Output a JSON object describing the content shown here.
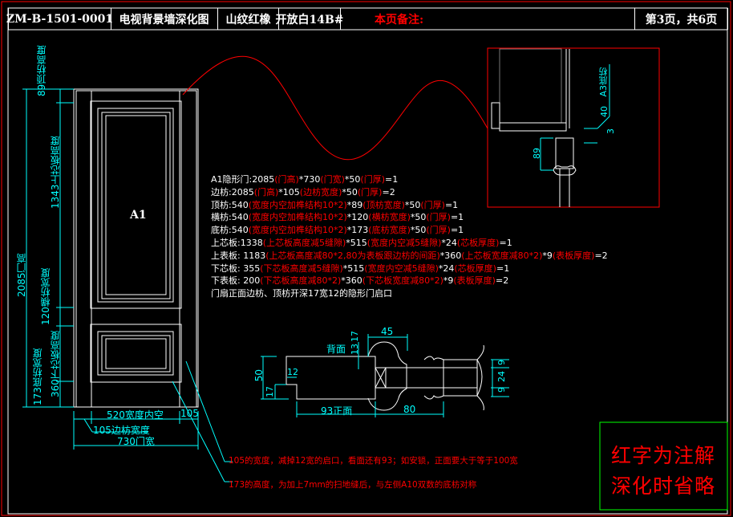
{
  "header": {
    "code": "ZM-B-1501-0001",
    "drawing_name": "电视背景墙深化图",
    "material": "山纹红橡",
    "finish": "开放白14B#",
    "remark_label": "本页备注:",
    "page": "第3页，共6页"
  },
  "door": {
    "label": "A1",
    "dims": {
      "top_rail": "89顶枋高度",
      "upper_panel": "1343上芯板高度",
      "door_height": "2085门高",
      "mid_rail": "120横枋宽度",
      "lower_panel": "360下芯板高度",
      "bottom_rail": "173底枋宽度",
      "inner_width": "520宽度内空",
      "stile_right": "105",
      "stile_width": "105边枋宽度",
      "door_width": "730门宽"
    }
  },
  "specs": [
    {
      "parts": [
        {
          "t": "A1隐形门:2085",
          "c": "w"
        },
        {
          "t": "(门高)",
          "c": "r"
        },
        {
          "t": "*730",
          "c": "w"
        },
        {
          "t": "(门宽)",
          "c": "r"
        },
        {
          "t": "*50",
          "c": "w"
        },
        {
          "t": "(门厚)",
          "c": "r"
        },
        {
          "t": "=1",
          "c": "w"
        }
      ]
    },
    {
      "parts": [
        {
          "t": "边枋:2085",
          "c": "w"
        },
        {
          "t": "(门高)",
          "c": "r"
        },
        {
          "t": "*105",
          "c": "w"
        },
        {
          "t": "(边枋宽度)",
          "c": "r"
        },
        {
          "t": "*50",
          "c": "w"
        },
        {
          "t": "(门厚)",
          "c": "r"
        },
        {
          "t": "=2",
          "c": "w"
        }
      ]
    },
    {
      "parts": [
        {
          "t": "顶枋:540",
          "c": "w"
        },
        {
          "t": "(宽度内空加榫结构10*2)",
          "c": "r"
        },
        {
          "t": "*89",
          "c": "w"
        },
        {
          "t": "(顶枋宽度)",
          "c": "r"
        },
        {
          "t": "*50",
          "c": "w"
        },
        {
          "t": "(门厚)",
          "c": "r"
        },
        {
          "t": "=1",
          "c": "w"
        }
      ]
    },
    {
      "parts": [
        {
          "t": "横枋:540",
          "c": "w"
        },
        {
          "t": "(宽度内空加榫结构10*2)",
          "c": "r"
        },
        {
          "t": "*120",
          "c": "w"
        },
        {
          "t": "(横枋宽度)",
          "c": "r"
        },
        {
          "t": "*50",
          "c": "w"
        },
        {
          "t": "(门厚)",
          "c": "r"
        },
        {
          "t": "=1",
          "c": "w"
        }
      ]
    },
    {
      "parts": [
        {
          "t": "底枋:540",
          "c": "w"
        },
        {
          "t": "(宽度内空加榫结构10*2)",
          "c": "r"
        },
        {
          "t": "*173",
          "c": "w"
        },
        {
          "t": "(底枋宽度)",
          "c": "r"
        },
        {
          "t": "*50",
          "c": "w"
        },
        {
          "t": "(门厚)",
          "c": "r"
        },
        {
          "t": "=1",
          "c": "w"
        }
      ]
    },
    {
      "parts": [
        {
          "t": "上芯板:1338",
          "c": "w"
        },
        {
          "t": "(上芯板高度减5缝隙)",
          "c": "r"
        },
        {
          "t": "*515",
          "c": "w"
        },
        {
          "t": "(宽度内空减5缝隙)",
          "c": "r"
        },
        {
          "t": "*24",
          "c": "w"
        },
        {
          "t": "(芯板厚度)",
          "c": "r"
        },
        {
          "t": "=1",
          "c": "w"
        }
      ]
    },
    {
      "parts": [
        {
          "t": "上表板: 1183",
          "c": "w"
        },
        {
          "t": "(上芯板高度减80*2,80为表板跟边枋的间距)",
          "c": "r"
        },
        {
          "t": "*360",
          "c": "w"
        },
        {
          "t": "(上芯板宽度减80*2)",
          "c": "r"
        },
        {
          "t": "*9",
          "c": "w"
        },
        {
          "t": "(表板厚度)",
          "c": "r"
        },
        {
          "t": "=2",
          "c": "w"
        }
      ]
    },
    {
      "parts": [
        {
          "t": "下芯板: 355",
          "c": "w"
        },
        {
          "t": "(下芯板高度减5缝隙)",
          "c": "r"
        },
        {
          "t": "*515",
          "c": "w"
        },
        {
          "t": "(宽度内空减5缝隙)",
          "c": "r"
        },
        {
          "t": "*24",
          "c": "w"
        },
        {
          "t": "(芯板厚度)",
          "c": "r"
        },
        {
          "t": "=1",
          "c": "w"
        }
      ]
    },
    {
      "parts": [
        {
          "t": "下表板: 200",
          "c": "w"
        },
        {
          "t": "(下芯板高度减80*2)",
          "c": "r"
        },
        {
          "t": "*360",
          "c": "w"
        },
        {
          "t": "(下芯板宽度减80*2)",
          "c": "r"
        },
        {
          "t": "*9",
          "c": "w"
        },
        {
          "t": "(表板厚度)",
          "c": "r"
        },
        {
          "t": "=2",
          "c": "w"
        }
      ]
    },
    {
      "parts": [
        {
          "t": "门扇正面边枋、顶枋开深17宽12的隐形门启口",
          "c": "w"
        }
      ]
    }
  ],
  "section": {
    "d45": "45",
    "back": "背面",
    "d13": "13",
    "d17a": "17",
    "d50": "50",
    "d12": "12",
    "d17b": "17",
    "front": "93正面",
    "d80": "80",
    "r9a": "9",
    "r24": "24",
    "r9b": "9"
  },
  "detail": {
    "label": "A3底枋",
    "d40": "40",
    "d3": "3",
    "d89": "89"
  },
  "notes": {
    "n1": "105的宽度，减掉12宽的启口，看面还有93；如安锁，正面要大于等于100宽",
    "n2": "173的高度，为加上7mm的扫地缝后，与左侧A10双数的底枋对称"
  },
  "legend": {
    "line1": "红字为注解",
    "line2": "深化时省略"
  },
  "colors": {
    "dim": "#00ffff",
    "note": "#ff0000",
    "line": "#ffffff",
    "legend_box": "#00ff00"
  }
}
